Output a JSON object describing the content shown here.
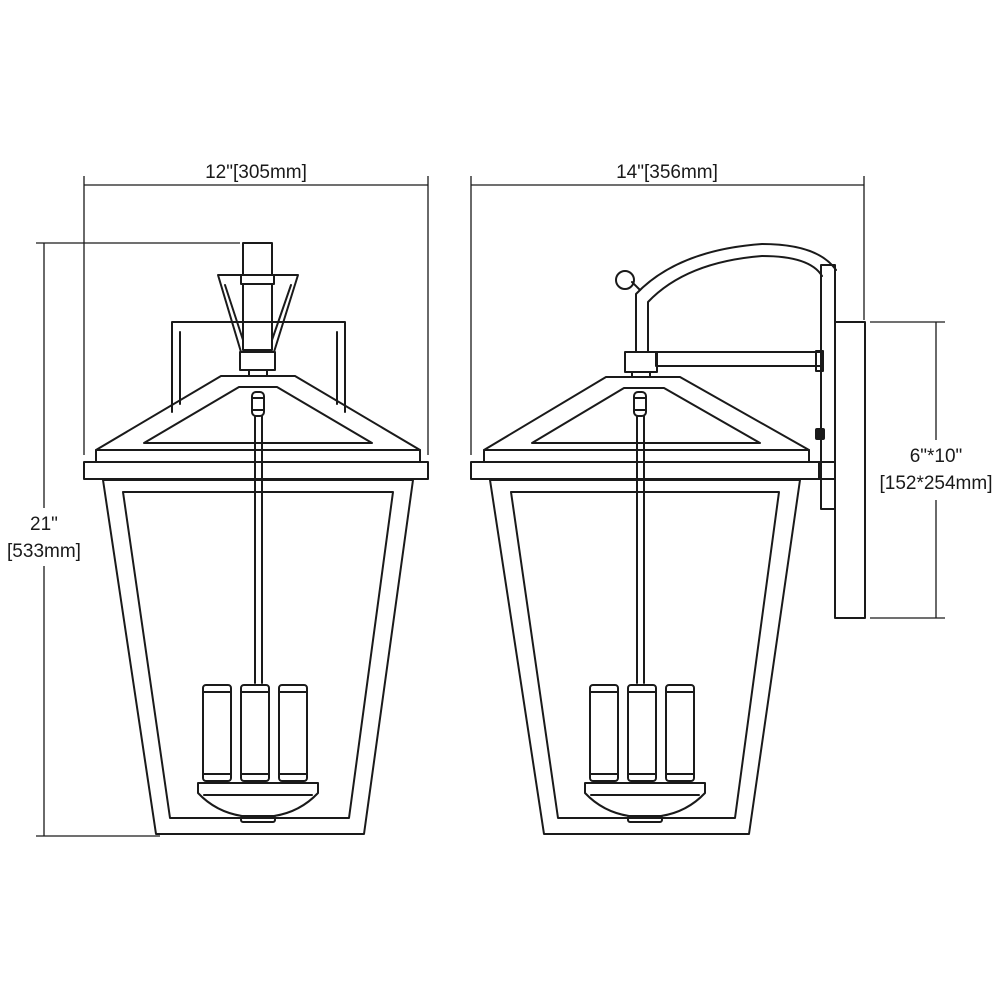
{
  "dimensions": {
    "front_width": {
      "inches": "12\"",
      "mm": "[305mm]"
    },
    "side_depth": {
      "inches": "14\"",
      "mm": "[356mm]"
    },
    "height": {
      "inches": "21\"",
      "mm": "[533mm]"
    },
    "backplate": {
      "inches": "6\"*10\"",
      "mm": "[152*254mm]"
    }
  }
}
